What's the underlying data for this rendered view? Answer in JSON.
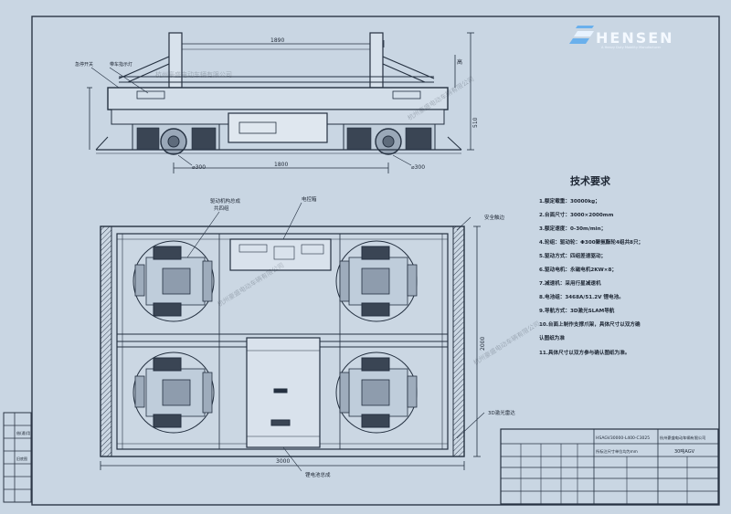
{
  "logo": {
    "brand": "HENSEN",
    "tagline": "A Heavy Duty Mobility Manufacturer"
  },
  "side_view": {
    "top_dimension": "1890",
    "bottom_dimension": "1800",
    "wheel_left": "⌀300",
    "wheel_right": "⌀300",
    "callout_bumper": "急停开关",
    "callout_indicator": "带车指示灯",
    "height_dimension": "510",
    "right_label": "高"
  },
  "plan_view": {
    "callout_drive": "驱动机构总成",
    "callout_drive_sub": "共四组",
    "callout_electrical": "电控箱",
    "callout_safety": "安全触边",
    "callout_battery": "锂电池总成",
    "callout_laser": "3D激光雷达",
    "bottom_dimension": "3000",
    "right_dimension": "2000"
  },
  "watermark": "杭州豪盛电动车辆有限公司",
  "tech": {
    "title": "技术要求",
    "lines": [
      "1.额定载重：30000kg；",
      "2.台面尺寸：3000×2000mm",
      "3.额定速度：0-30m/min；",
      "4.轮组：驱动轮：Φ300聚氨酯轮4组共8只；",
      "5.驱动方式：四组差速驱动；",
      "6.驱动电机：永磁电机2KW×8；",
      "7.减速机：采用行星减速机",
      "8.电池组：3468A/51.2V 锂电池。",
      "9.导航方式：3D激光SLAM导航",
      "10.台面上制作支撑爪架，具体尺寸以双方确",
      "   认图纸为准",
      "11.具体尺寸以双方参与确认图纸为准。"
    ]
  },
  "title_block": {
    "drawing_no": "HSAGV30000-L400-C3025",
    "company": "杭州豪盛电动车辆有限公司",
    "product": "30吨AGV",
    "scale_note": "所标注尺寸单位均为mm"
  },
  "left_strip": {
    "label_a": "借(通)用",
    "label_b": "旧底图"
  }
}
